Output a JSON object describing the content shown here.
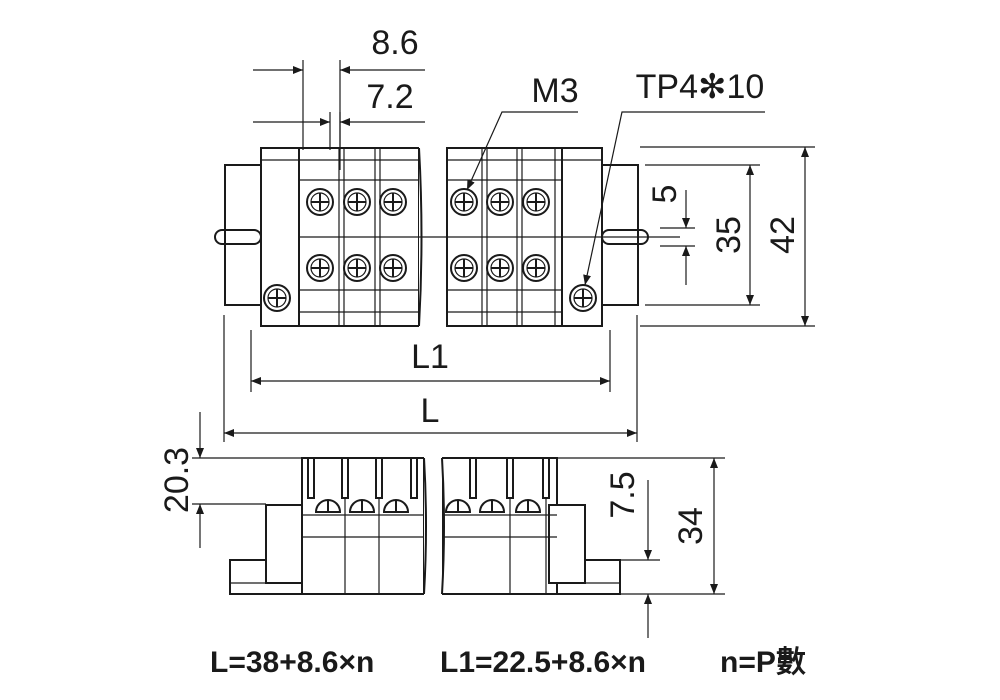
{
  "dimensions": {
    "pitch_outer": "8.6",
    "pitch_inner": "7.2",
    "screw_size": "M3",
    "mount_screw": "TP4✻10",
    "gap_small": "5",
    "rail_width": "35",
    "overall_height": "42",
    "length_l1": "L1",
    "length_l": "L",
    "side_top": "20.3",
    "side_mid": "7.5",
    "side_total": "34"
  },
  "formulas": {
    "l_formula": "L=38+8.6×n",
    "l1_formula": "L1=22.5+8.6×n",
    "n_formula": "n=P數"
  },
  "colors": {
    "line": "#1a1a1a",
    "background": "#ffffff"
  }
}
